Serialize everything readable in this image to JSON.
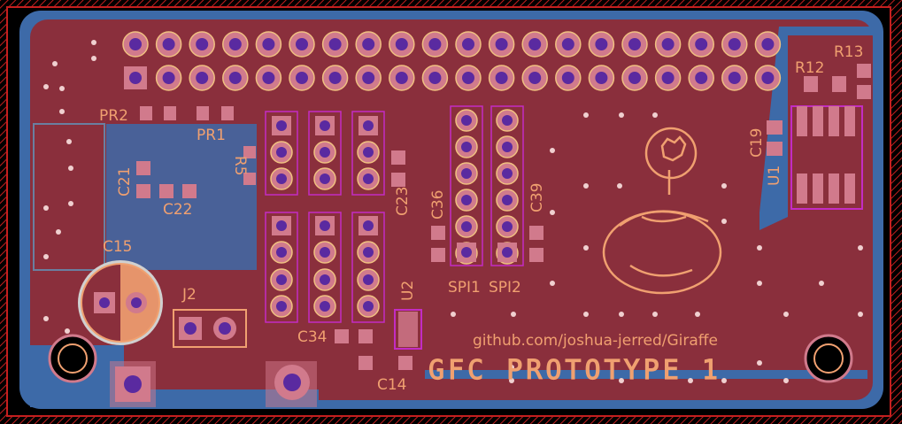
{
  "board": {
    "title": "GFC PROTOTYPE 1",
    "url": "github.com/joshua-jerred/Giraffe",
    "colors": {
      "background": "#000000",
      "board_fill": "#8a2f3c",
      "copper_top": "#c8324a",
      "copper_bottom": "#3d6aa8",
      "silkscreen": "#f0a070",
      "pad": "#d17a8c",
      "hole": "#5a2aa0",
      "outline": "#c41f1f"
    }
  },
  "labels": {
    "pr2": "PR2",
    "pr1": "PR1",
    "r12": "R12",
    "r13": "R13",
    "c19": "C19",
    "u1": "U1",
    "c21": "C21",
    "c22": "C22",
    "c15": "C15",
    "j2": "J2",
    "c23": "C23",
    "c36": "C36",
    "c39": "C39",
    "spi1": "SPI1",
    "spi2": "SPI2",
    "u2": "U2",
    "c34": "C34",
    "c14": "C14",
    "r5": "R5"
  }
}
